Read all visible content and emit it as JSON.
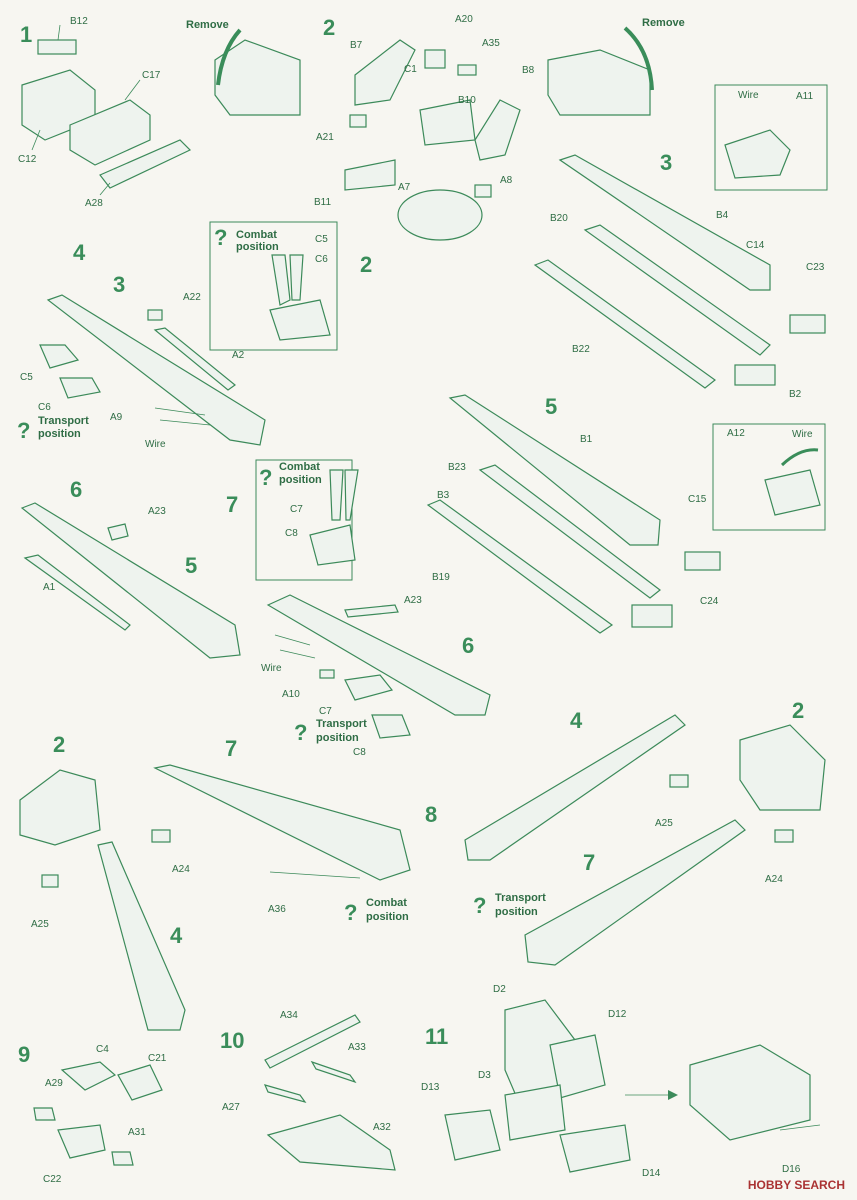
{
  "steps": [
    "1",
    "2",
    "3",
    "4",
    "5",
    "6",
    "7",
    "8",
    "9",
    "10",
    "11"
  ],
  "sub_steps": {
    "s2_inset": "2",
    "s3_arm": "3",
    "s4_sub2": "2",
    "s5_arm": "5",
    "s7_arm6": "6",
    "s8_l2": "2",
    "s8_l7": "7",
    "s8_l4": "4",
    "s8_r4": "4",
    "s8_r2": "2",
    "s8_r7": "7"
  },
  "remove": "Remove",
  "notes": {
    "combat": [
      "Combat",
      "position"
    ],
    "transport": [
      "Transport",
      "position"
    ]
  },
  "parts": {
    "s1": [
      "B12",
      "C17",
      "C12",
      "A28"
    ],
    "s2": [
      "A20",
      "A35",
      "B7",
      "C1",
      "B8",
      "B10",
      "A21",
      "B11",
      "A7",
      "A8"
    ],
    "s3": [
      "Wire",
      "A11",
      "B4",
      "B20",
      "C14",
      "C23",
      "B22",
      "B2"
    ],
    "s4": [
      "C5",
      "C6",
      "A22",
      "A2",
      "C5",
      "C6",
      "A9",
      "Wire"
    ],
    "s5": [
      "A12",
      "Wire",
      "B1",
      "B23",
      "B3",
      "C15",
      "B19",
      "C24"
    ],
    "s6": [
      "A23",
      "A1"
    ],
    "s7": [
      "C7",
      "C8",
      "A23",
      "Wire",
      "A10",
      "C7",
      "C8"
    ],
    "s8": [
      "A24",
      "A25",
      "A36",
      "A25",
      "A24"
    ],
    "s9": [
      "C4",
      "C21",
      "A29",
      "A31",
      "C22"
    ],
    "s10": [
      "A34",
      "A33",
      "A27",
      "A32"
    ],
    "s11": [
      "D2",
      "D12",
      "D3",
      "D13",
      "D14",
      "D16"
    ]
  },
  "watermark": "HOBBY SEARCH"
}
